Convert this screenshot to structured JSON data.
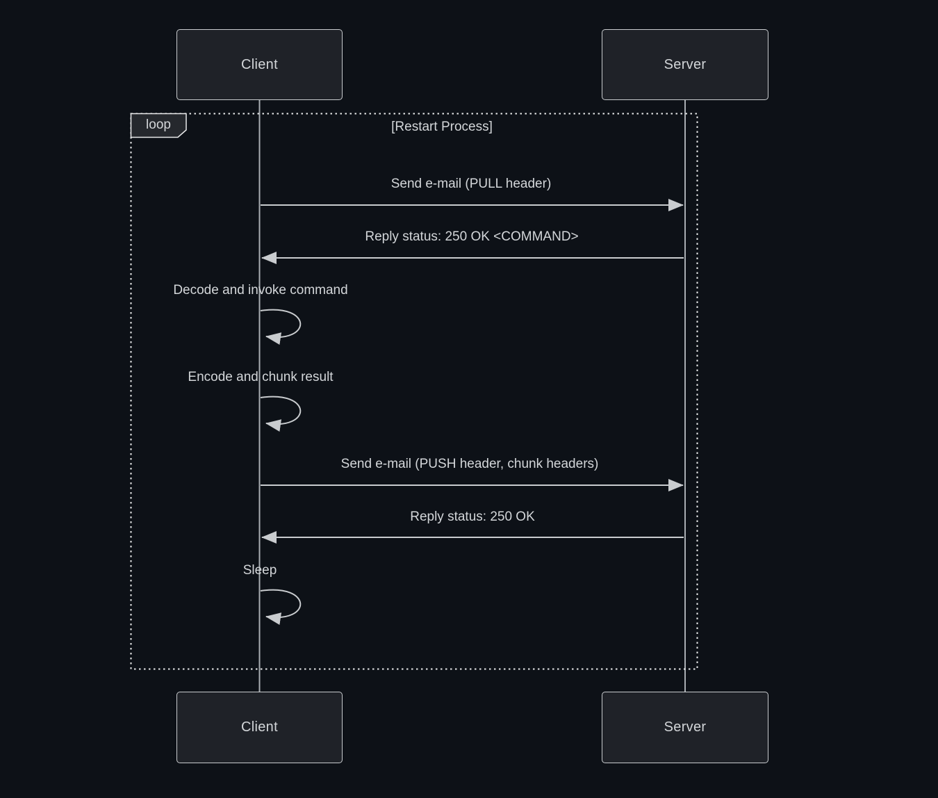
{
  "diagram": {
    "type": "sequence-diagram",
    "theme": {
      "background": "#0d1117",
      "actor_fill": "#1f2228",
      "actor_border": "#c9cccf",
      "text": "#d3d6d9",
      "line": "#c9cccf",
      "lifeline": "#a9aeb3",
      "frame_border": "#e9eaeb",
      "label_fill": "#25282d"
    },
    "actors": [
      {
        "id": "client",
        "label": "Client"
      },
      {
        "id": "server",
        "label": "Server"
      }
    ],
    "loop": {
      "keyword": "loop",
      "title": "[Restart Process]"
    },
    "messages": [
      {
        "from": "client",
        "to": "server",
        "kind": "solid-arrow",
        "text": "Send e-mail (PULL header)"
      },
      {
        "from": "server",
        "to": "client",
        "kind": "solid-arrow",
        "text": "Reply status: 250 OK <COMMAND>"
      },
      {
        "from": "client",
        "to": "client",
        "kind": "self-loop",
        "text": "Decode and invoke command"
      },
      {
        "from": "client",
        "to": "client",
        "kind": "self-loop",
        "text": "Encode and chunk result"
      },
      {
        "from": "client",
        "to": "server",
        "kind": "solid-arrow",
        "text": "Send e-mail (PUSH header, chunk headers)"
      },
      {
        "from": "server",
        "to": "client",
        "kind": "solid-arrow",
        "text": "Reply status: 250 OK"
      },
      {
        "from": "client",
        "to": "client",
        "kind": "self-loop",
        "text": "Sleep"
      }
    ]
  }
}
